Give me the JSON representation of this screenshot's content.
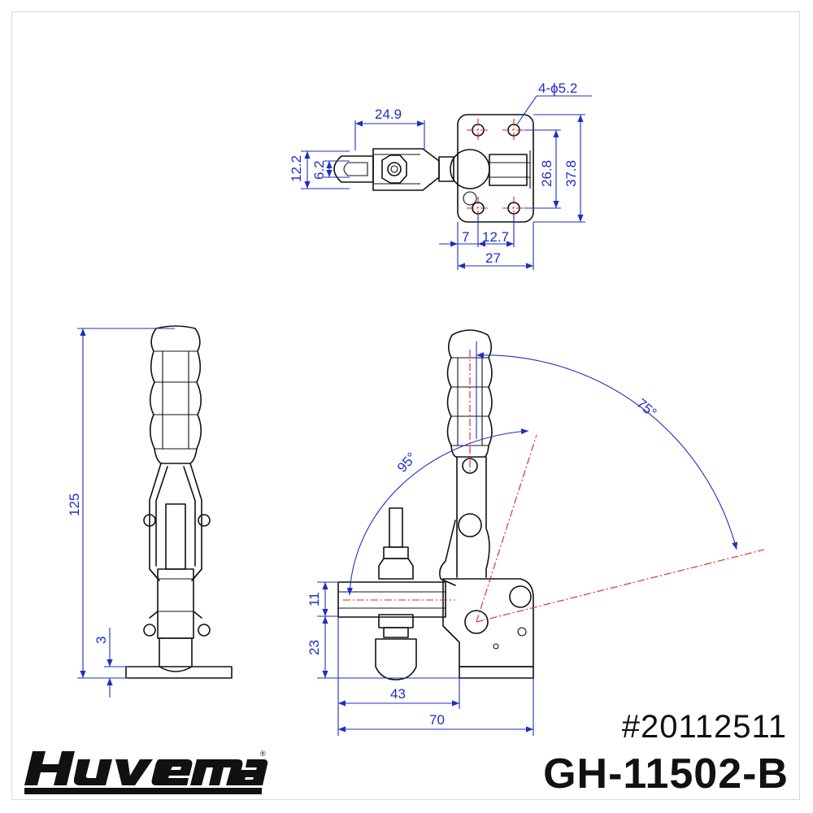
{
  "brand": {
    "name": "Huvema",
    "trademark": "®"
  },
  "catalog_number": "#20112511",
  "model_number": "GH-11502-B",
  "colors": {
    "outline": "#111111",
    "dimension": "#1f2fbf",
    "centerline": "#e0211f",
    "frame": "#d9d9d9"
  },
  "dimensions": {
    "top_view": {
      "hole_spec": "4-ϕ5.2",
      "spindle_length": "24.9",
      "spindle_width_outer": "12.2",
      "spindle_width_inner": "6.2",
      "hole_spacing_y": "26.8",
      "base_length": "37.8",
      "edge_to_hole": "7",
      "hole_spacing_x": "12.7",
      "base_width": "27"
    },
    "front_view": {
      "overall_height": "125",
      "base_thickness": "3"
    },
    "side_view": {
      "open_angle_handle": "75°",
      "open_angle_arm": "95°",
      "arm_thickness": "11",
      "arm_height": "23",
      "reach": "43",
      "overall_length": "70"
    }
  }
}
